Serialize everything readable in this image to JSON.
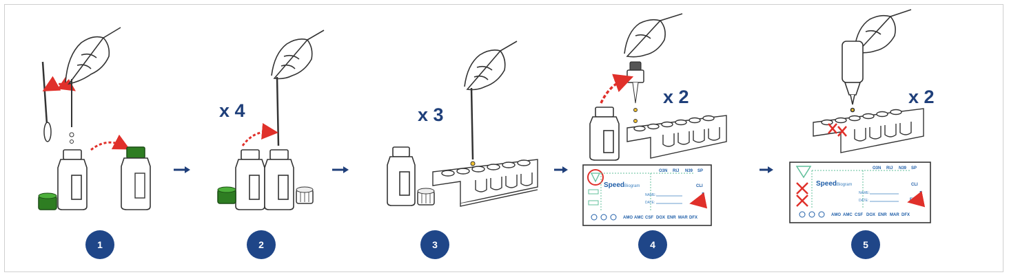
{
  "steps": [
    {
      "number": "1"
    },
    {
      "number": "2",
      "multiplier": "x 4"
    },
    {
      "number": "3",
      "multiplier": "x 3"
    },
    {
      "number": "4",
      "multiplier": "x 2"
    },
    {
      "number": "5",
      "multiplier": "x 2"
    }
  ],
  "card": {
    "brand_speed": "Speed",
    "brand_rest": "Biogram",
    "name_label": "NAME:",
    "date_label": "DATE:",
    "antibiotics": [
      "AMO",
      "AMC",
      "CSF",
      "DOX",
      "ENR",
      "MAR",
      "DFX"
    ],
    "top_codes": [
      "O3N",
      "RIJ",
      "N39",
      "SP"
    ],
    "side_code": "CLI",
    "flu_label": "FLU"
  },
  "colors": {
    "accent_blue": "#1f3f7a",
    "step_circle": "#1f4688",
    "arrow_red": "#e0302a",
    "cap_green": "#2e7d22",
    "card_blue": "#1f5ea8",
    "card_green": "#5fbf9a"
  }
}
